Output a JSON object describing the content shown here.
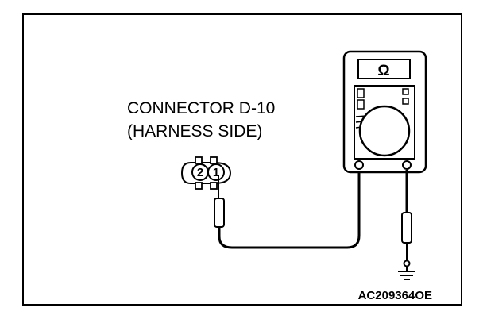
{
  "diagram": {
    "connector_label_line1": "CONNECTOR D-10",
    "connector_label_line2": "(HARNESS SIDE)",
    "pin_left": "2",
    "pin_right": "1",
    "meter_symbol": "Ω",
    "figure_code": "AC209364OE"
  }
}
